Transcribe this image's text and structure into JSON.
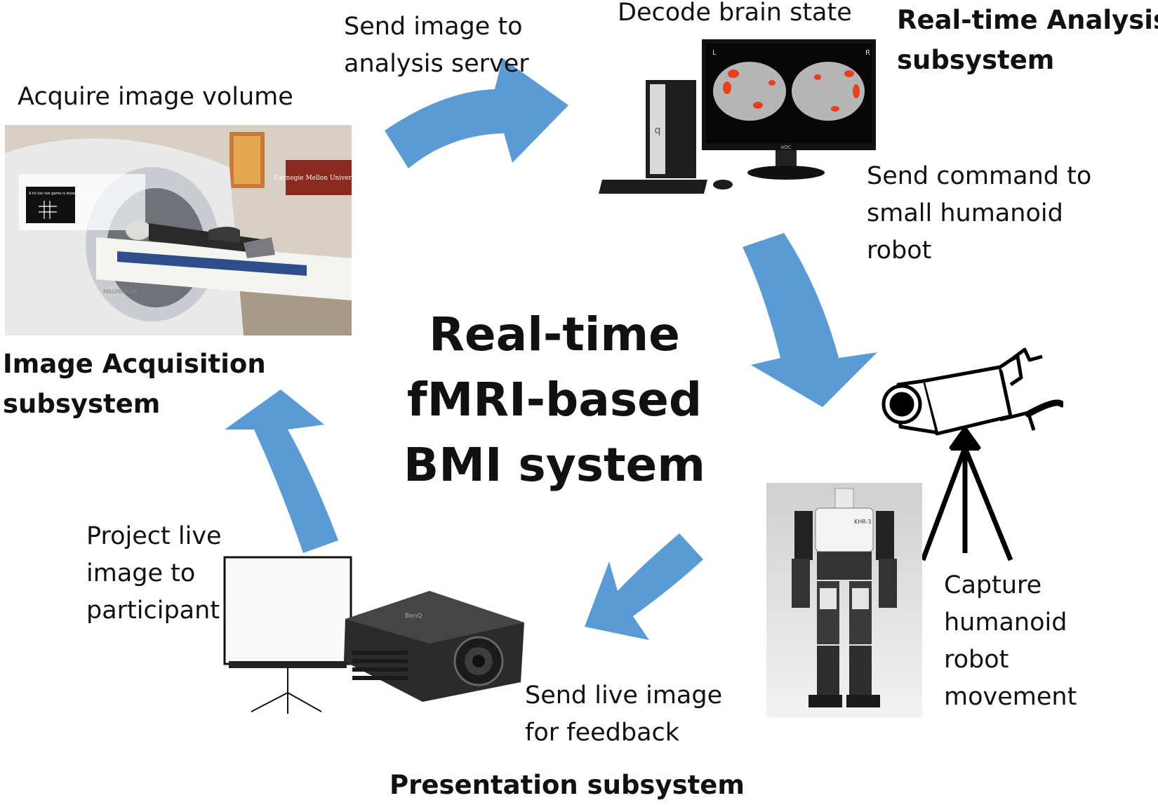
{
  "center_title": [
    "Real-time",
    "fMRI-based",
    "BMI system"
  ],
  "subsystems": {
    "image_acquisition": [
      "Image Acquisition",
      "subsystem"
    ],
    "realtime_analysis": [
      "Real-time Analysis",
      "subsystem"
    ],
    "presentation": "Presentation subsystem"
  },
  "steps": {
    "acquire": "Acquire image volume",
    "send_to_server": [
      "Send image to",
      "analysis server"
    ],
    "decode": "Decode brain state",
    "send_command": [
      "Send command to",
      "small humanoid",
      "robot"
    ],
    "capture": [
      "Capture",
      "humanoid",
      "robot",
      "movement"
    ],
    "send_live": [
      "Send live image",
      "for feedback"
    ],
    "project": [
      "Project live",
      "image to",
      "participant"
    ]
  },
  "photo_text": {
    "mri_screen": "A tic-tac-toe game is drawn with fine lines",
    "mri_banner": "Carnegie Mellon University",
    "mri_brand": "MAGNETOM",
    "brain_left": "L",
    "brain_right": "R",
    "monitor_brand": "AOC",
    "robot_label": "KHR-3",
    "projector_brand": "BenQ"
  },
  "colors": {
    "arrow": "#5b9bd5",
    "brain_activation": "#e8401c"
  }
}
